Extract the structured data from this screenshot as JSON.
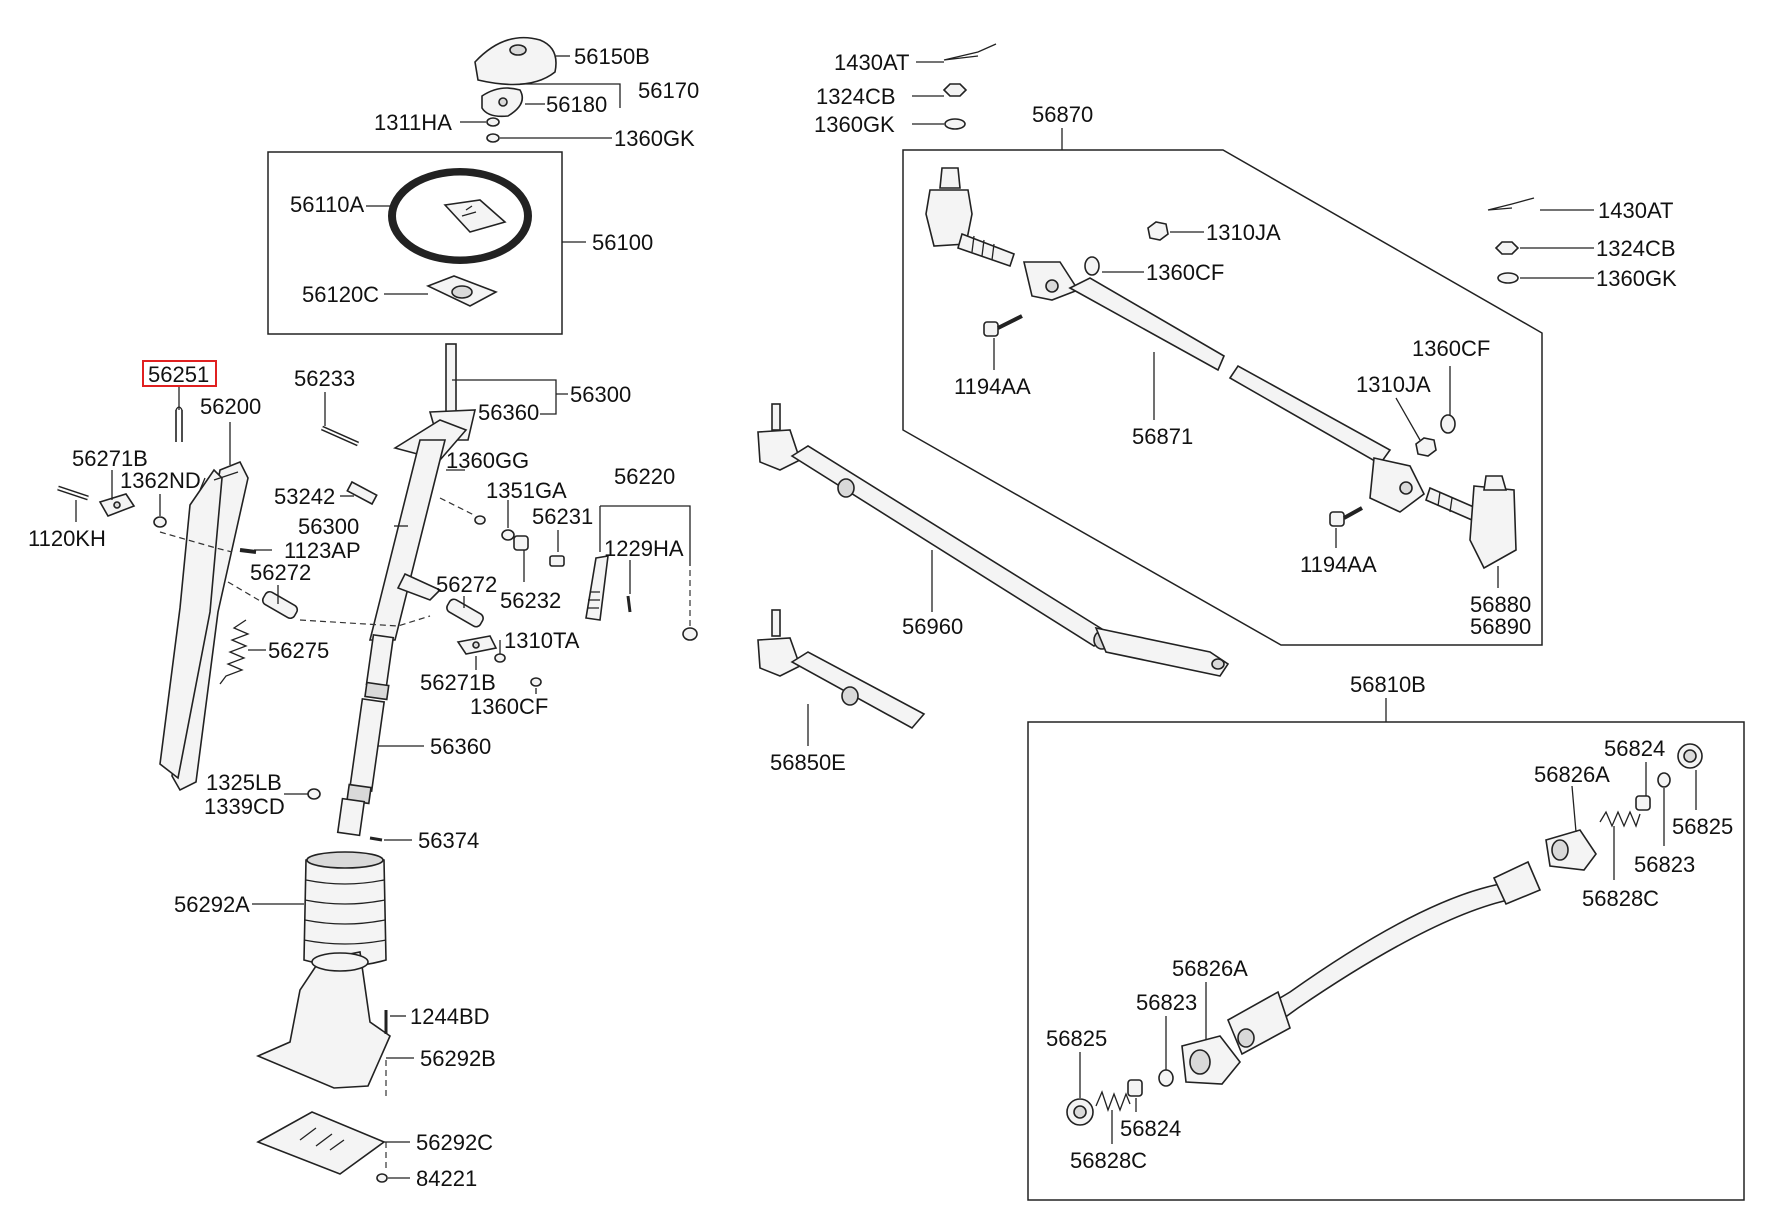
{
  "labels": {
    "l56150B": "56150B",
    "l56170": "56170",
    "l56180": "56180",
    "l1311HA": "1311HA",
    "l1360GK_top": "1360GK",
    "l56110A": "56110A",
    "l56100": "56100",
    "l56120C": "56120C",
    "l56251": "56251",
    "l56200": "56200",
    "l56233": "56233",
    "l56360_top": "56360",
    "l56300_right": "56300",
    "l56271B_left": "56271B",
    "l1362ND": "1362ND",
    "l1120KH": "1120KH",
    "l1123AP": "1123AP",
    "l1360GG": "1360GG",
    "l53242": "53242",
    "l56300_mid": "56300",
    "l1351GA": "1351GA",
    "l56231": "56231",
    "l56220": "56220",
    "l1229HA": "1229HA",
    "l56272_left": "56272",
    "l56272_right": "56272",
    "l56232": "56232",
    "l56275": "56275",
    "l1310TA": "1310TA",
    "l56271B_right": "56271B",
    "l1360CF_low": "1360CF",
    "l56360_low": "56360",
    "l1325LB": "1325LB",
    "l1339CD": "1339CD",
    "l56374": "56374",
    "l56292A": "56292A",
    "l1244BD": "1244BD",
    "l56292B": "56292B",
    "l56292C": "56292C",
    "l84221": "84221",
    "l1430AT_top": "1430AT",
    "l1324CB_top": "1324CB",
    "l1360GK_mid": "1360GK",
    "l56870": "56870",
    "l1310JA_top": "1310JA",
    "l1360CF_top": "1360CF",
    "l1194AA_top": "1194AA",
    "l56871": "56871",
    "l1430AT_right": "1430AT",
    "l1324CB_right": "1324CB",
    "l1360GK_right": "1360GK",
    "l1360CF_right": "1360CF",
    "l1310JA_right": "1310JA",
    "l1194AA_bottom": "1194AA",
    "l56880": "56880",
    "l56890": "56890",
    "l56960": "56960",
    "l56850E": "56850E",
    "l56810B": "56810B",
    "l56824_top": "56824",
    "l56826A_top": "56826A",
    "l56825_right": "56825",
    "l56823_right": "56823",
    "l56828C_right": "56828C",
    "l56826A_mid": "56826A",
    "l56823_left": "56823",
    "l56825_left": "56825",
    "l56824_bottom": "56824",
    "l56828C_bottom": "56828C"
  },
  "highlight": {
    "part": "56251",
    "color": "#e02020"
  }
}
